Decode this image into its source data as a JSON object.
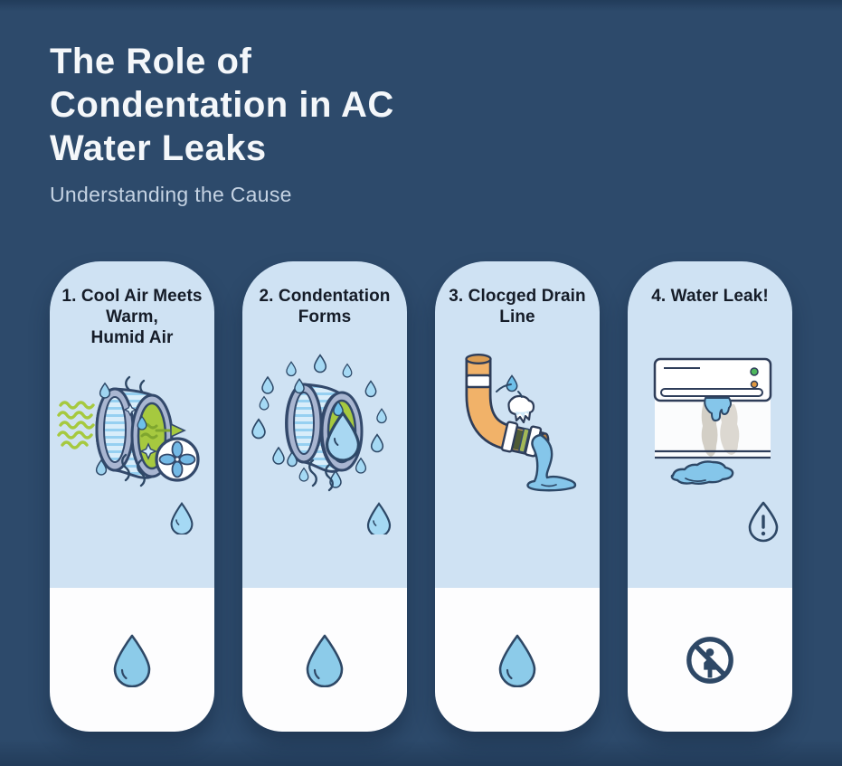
{
  "header": {
    "title_lines": [
      "The Role of",
      "Condentation in AC",
      "Water Leaks"
    ],
    "subtitle": "Understanding the Cause"
  },
  "cards": [
    {
      "step": "1",
      "title_lines": [
        "1. Cool Air Meets",
        "Warm,",
        "Humid Air"
      ],
      "illustration": "evaporator-coil-meets-warm-air",
      "icons": [
        "warm-air-waves-icon",
        "evaporator-coil-icon",
        "fan-icon",
        "water-droplet-icon"
      ],
      "footer_icon": "water-droplet-icon"
    },
    {
      "step": "2",
      "title_lines": [
        "2. Condentation",
        "Forms"
      ],
      "illustration": "coil-covered-in-condensation-droplets",
      "icons": [
        "evaporator-coil-icon",
        "condensation-droplets-icon",
        "water-droplet-icon"
      ],
      "footer_icon": "water-droplet-icon"
    },
    {
      "step": "3",
      "title_lines": [
        "3. Clocged Drain",
        "Line"
      ],
      "illustration": "clogged-drain-pipe-overflowing",
      "icons": [
        "drain-pipe-icon",
        "clog-icon",
        "ice-chunk-icon",
        "spilling-water-icon"
      ],
      "footer_icon": "water-droplet-icon"
    },
    {
      "step": "4",
      "title_lines": [
        "4. Water Leak!"
      ],
      "illustration": "ac-unit-leaking-on-wall",
      "icons": [
        "ac-unit-icon",
        "wall-stain-icon",
        "puddle-icon",
        "warning-droplet-icon"
      ],
      "footer_icon": "no-person-icon"
    }
  ],
  "colors": {
    "background": "#2d4a6b",
    "background_edge": "#223c5a",
    "card_top": "#cfe2f3",
    "card_bottom": "#fdfdfe",
    "card_title_text": "#151c28",
    "header_title_text": "#f4f7fa",
    "header_subtitle_text": "#c5d3e3",
    "outline_navy": "#2e4866",
    "droplet_fill": "#8ccbe9",
    "green": "#a6c93f",
    "pipe_orange": "#f1b269",
    "water_blue": "#85c6ea",
    "stain": "#b9b1a1"
  }
}
